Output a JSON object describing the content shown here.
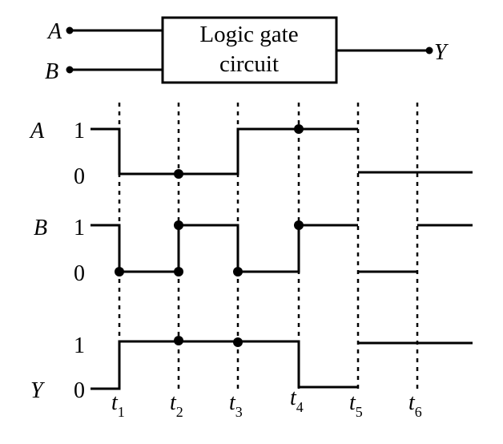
{
  "circuit": {
    "input_a_label": "A",
    "input_b_label": "B",
    "output_label": "Y",
    "box_line1": "Logic gate",
    "box_line2": "circuit"
  },
  "signals": {
    "a": {
      "label": "A",
      "high": "1",
      "low": "0"
    },
    "b": {
      "label": "B",
      "high": "1",
      "low": "0"
    },
    "y": {
      "label": "Y",
      "high": "1",
      "low": "0"
    }
  },
  "time_markers": [
    {
      "base": "t",
      "sub": "1"
    },
    {
      "base": "t",
      "sub": "2"
    },
    {
      "base": "t",
      "sub": "3"
    },
    {
      "base": "t",
      "sub": "4"
    },
    {
      "base": "t",
      "sub": "5"
    },
    {
      "base": "t",
      "sub": "6"
    }
  ]
}
